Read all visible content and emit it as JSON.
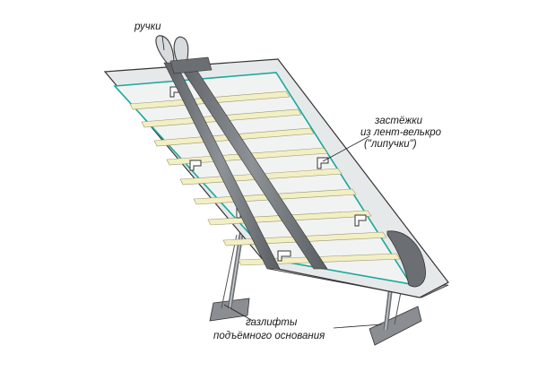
{
  "labels": {
    "handles": "ручки",
    "velcro_1": "застёжки",
    "velcro_2": "из лент-велькро",
    "velcro_3": "(\"липучки\")",
    "gaslift_1": "газлифты",
    "gaslift_2": "подъёмного основания"
  },
  "colors": {
    "frame": "#e6e9ea",
    "inner_line": "#1aa89a",
    "slat": "#f3efc4",
    "strap": "#707478",
    "outline": "#333333"
  }
}
